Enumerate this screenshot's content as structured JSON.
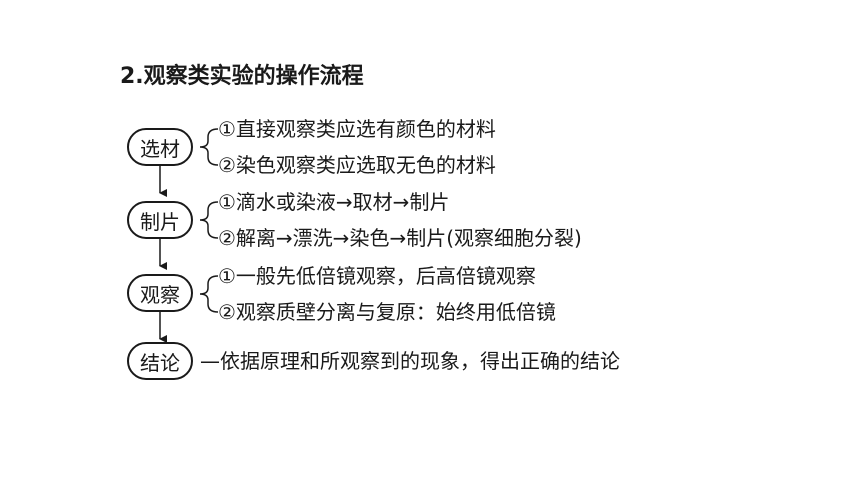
{
  "title": "2.观察类实验的操作流程",
  "steps": [
    {
      "label": "选材",
      "items": [
        "①直接观察类应选有颜色的材料",
        "②染色观察类应选取无色的材料"
      ]
    },
    {
      "label": "制片",
      "items": [
        "①滴水或染液→取材→制片",
        "②解离→漂洗→染色→制片(观察细胞分裂)"
      ]
    },
    {
      "label": "观察",
      "items": [
        "①一般先低倍镜观察，后高倍镜观察",
        "②观察质壁分离与复原：始终用低倍镜"
      ]
    },
    {
      "label": "结论",
      "description": "依据原理和所观察到的现象，得出正确的结论"
    }
  ]
}
